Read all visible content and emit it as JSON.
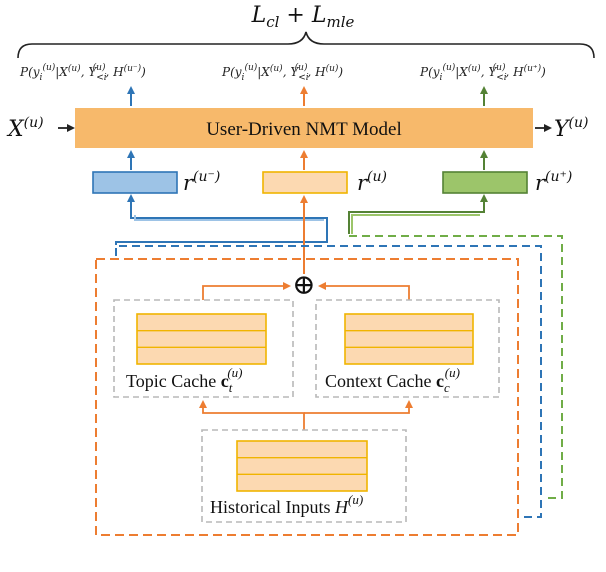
{
  "loss": {
    "L": "L",
    "cl_sub": "cl",
    "plus": " + ",
    "mle_sub": "mle"
  },
  "probabilities": {
    "left": {
      "pre": "P(y",
      "i": "i",
      "u": "(u)",
      "mid1": "|X",
      "mid2": ", Y",
      "lt": "<i",
      "mid3": ", H",
      "hist": "(u⁻)",
      "close": ")"
    },
    "middle": {
      "pre": "P(y",
      "i": "i",
      "u": "(u)",
      "mid1": "|X",
      "mid2": ", Y",
      "lt": "<i",
      "mid3": ", H",
      "hist": "(u)",
      "close": ")"
    },
    "right": {
      "pre": "P(y",
      "i": "i",
      "u": "(u)",
      "mid1": "|X",
      "mid2": ", Y",
      "lt": "<i",
      "mid3": ", H",
      "hist": "(u⁺)",
      "close": ")"
    }
  },
  "model": {
    "label": "User-Driven NMT Model",
    "input_base": "X",
    "input_sup": "(u)",
    "output_base": "Y",
    "output_sup": "(u)"
  },
  "representations": {
    "neg": {
      "base": "r",
      "sup": "(u⁻)"
    },
    "cur": {
      "base": "r",
      "sup": "(u)"
    },
    "pos": {
      "base": "r",
      "sup": "(u⁺)"
    }
  },
  "combine_symbol": "⊕",
  "topic_cache": {
    "label": "Topic Cache ",
    "bold": "c",
    "sub": "t",
    "sup": "(u)"
  },
  "context_cache": {
    "label": "Context Cache ",
    "bold": "c",
    "sub": "c",
    "sup": "(u)"
  },
  "historical_inputs": {
    "label": "Historical Inputs ",
    "base": "H",
    "sup": "(u)"
  },
  "colors": {
    "orange": "#ed7d31",
    "blue": "#2e75b6",
    "green": "#70ad47",
    "model_fill": "#f7b96b",
    "cache_fill": "#fcd9b1",
    "cache_border": "#f0b400",
    "blue_fill": "#9dc3e6",
    "green_fill": "#9cc56a",
    "gray_dash": "#b8b8b8"
  }
}
